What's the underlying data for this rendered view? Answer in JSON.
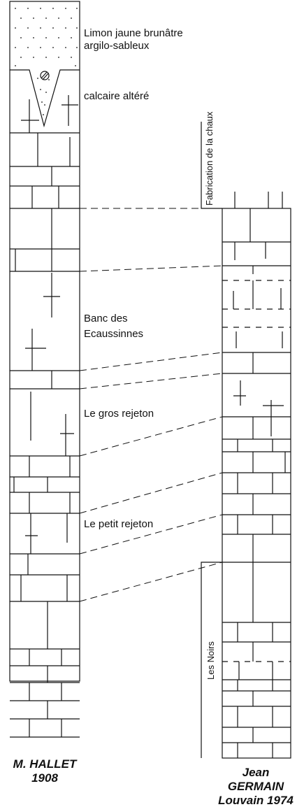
{
  "labels": {
    "limon_line1": "Limon jaune brunâtre",
    "limon_line2": "argilo-sableux",
    "calcaire": "calcaire altéré",
    "banc_line1": "Banc des",
    "banc_line2": "Ecaussinnes",
    "gros": "Le gros rejeton",
    "petit": "Le petit rejeton",
    "fabrication": "Fabrication de la chaux",
    "noirs": "Les Noirs"
  },
  "authors": {
    "left_line1": "M. HALLET",
    "left_line2": "1908",
    "right_line1": "Jean",
    "right_line2": "GERMAIN",
    "right_line3": "Louvain 1974"
  },
  "colors": {
    "line": "#111111",
    "background": "#ffffff"
  }
}
